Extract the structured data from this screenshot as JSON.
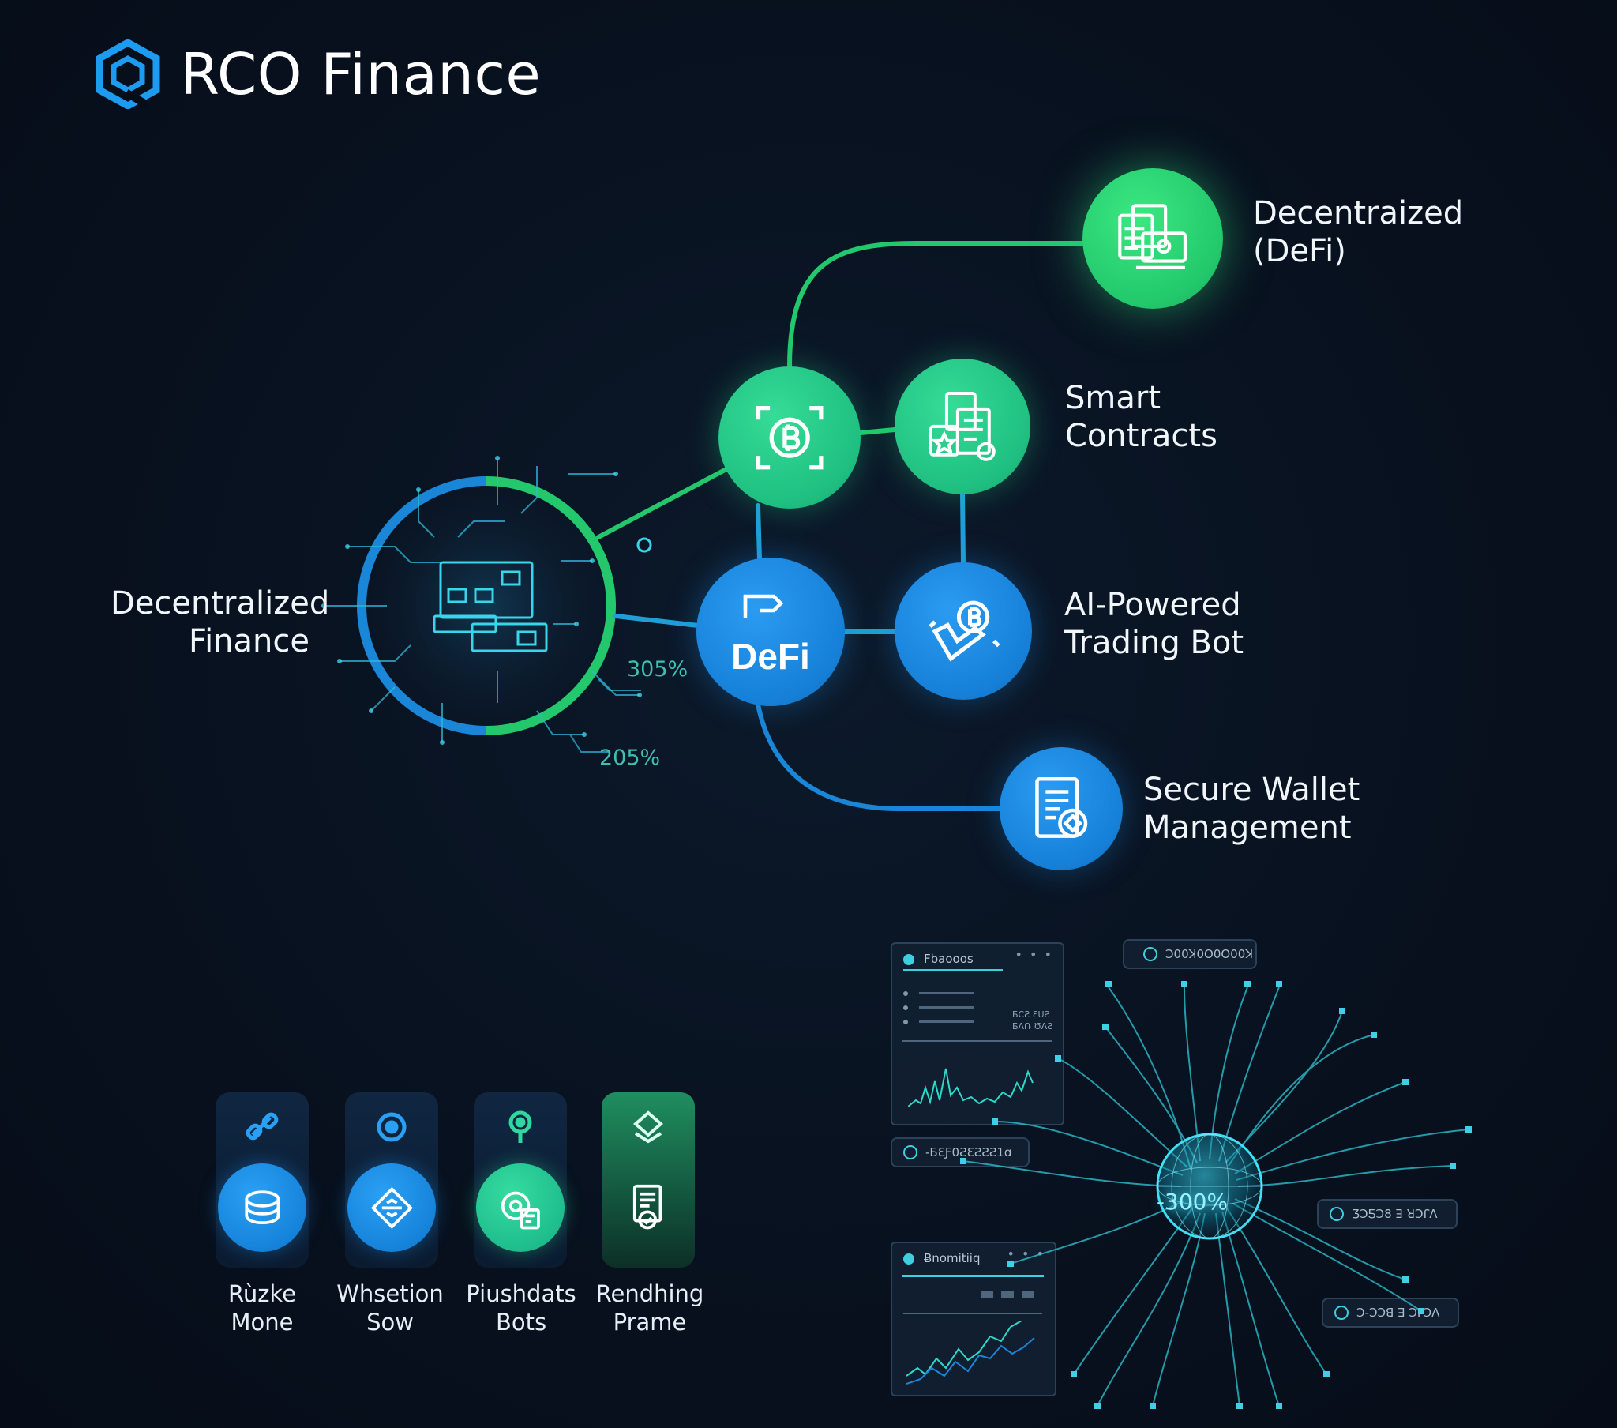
{
  "brand": {
    "name": "RCO Finance",
    "accent_blue": "#1d9bf0",
    "accent_green": "#22c86b"
  },
  "network": {
    "left_label": "Decentralized Finance",
    "left_label_line1": "Decentralized",
    "left_label_line2": "Finance",
    "stat_1": "305%",
    "stat_2": "205%",
    "hub_label": "DeFi",
    "nodes": [
      {
        "id": "defi-top",
        "line1": "Decentraized",
        "line2": "(DeFi)",
        "icon": "documents-icon",
        "color": "green"
      },
      {
        "id": "bitcoin",
        "icon": "bitcoin-scan-icon",
        "color": "teal"
      },
      {
        "id": "contracts",
        "line1": "Smart",
        "line2": "Contracts",
        "icon": "contract-documents-icon",
        "color": "teal"
      },
      {
        "id": "bot",
        "line1": "AI-Powered",
        "line2": "Trading Bot",
        "icon": "bitcoin-hand-icon",
        "color": "blue"
      },
      {
        "id": "wallet",
        "line1": "Secure Wallet",
        "line2": "Management",
        "icon": "wallet-document-icon",
        "color": "blue"
      }
    ]
  },
  "features": [
    {
      "line1": "Rùzke",
      "line2": "Mone",
      "icon": "layers-icon",
      "top_icon": "link-icon",
      "color": "blue"
    },
    {
      "line1": "Whsetion",
      "line2": "Sow",
      "icon": "chip-icon",
      "top_icon": "target-icon",
      "color": "blue"
    },
    {
      "line1": "Piushdats",
      "line2": "Bots",
      "icon": "coin-document-icon",
      "top_icon": "pin-icon",
      "color": "teal"
    },
    {
      "line1": "Rendhing",
      "line2": "Prame",
      "icon": "document-shield-icon",
      "top_icon": "diamond-icon",
      "color": "green"
    }
  ],
  "dashboard": {
    "panel_1_title": "Fbaooos",
    "panel_1_menu": "• • •",
    "panel_1_side_line1": "ƂCƧ ԐՍƧ",
    "panel_1_side_line2": "ƂɅՌ ԾɅƧ",
    "panel_2_title": "Ƀnomitiiq",
    "panel_2_menu": "• • •",
    "pill_top": "ꓛ00ꓘ0ꓳ0ꓳ00ꓘ",
    "pill_mid": "-ƂƐƑ0ƧƐƧƧƧ1ɑ",
    "pill_right_1": "ƷƆƼƆ8 ꓱ ꓤꓛꓩꓥ",
    "pill_right_2": "ꓛ-ꓛƆꓭ ꓱ ꓛꓩꓛꓥ",
    "globe_value": "-300%"
  }
}
